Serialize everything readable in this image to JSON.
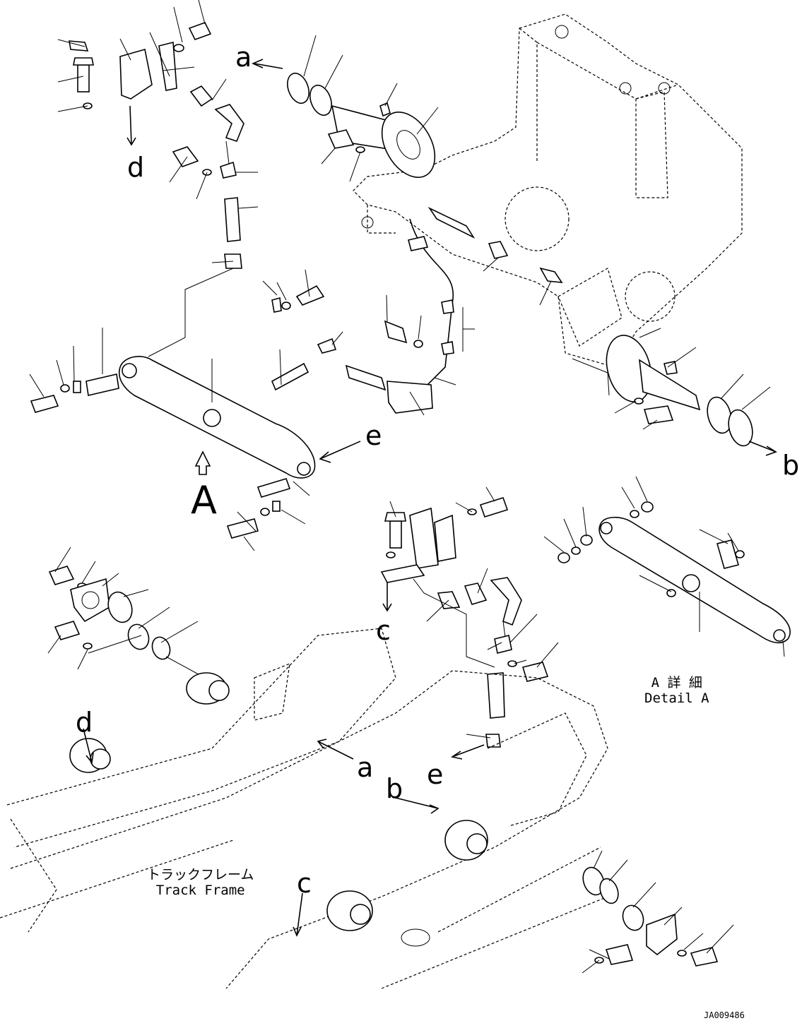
{
  "labels": {
    "a_top": "a",
    "b_right": "b",
    "c_mid": "c",
    "d_top": "d",
    "e_right": "e",
    "e_lower": "e",
    "A_view": "A",
    "d_lower": "d",
    "a_lower": "a",
    "b_lower": "b",
    "c_lower": "c"
  },
  "detail": {
    "jp": "A 詳 細",
    "en": "Detail A"
  },
  "track_frame": {
    "jp": "トラックフレーム",
    "en": "Track Frame"
  },
  "drawing_code": "JA009486"
}
